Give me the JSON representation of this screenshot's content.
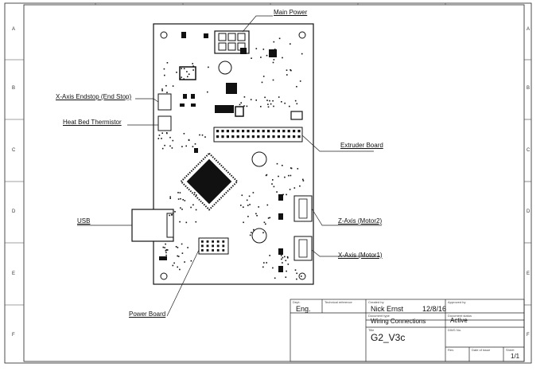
{
  "labels": {
    "main_power": "Main Power",
    "x_endstop": "X-Axis Endstop (End Stop)",
    "thermistor": "Heat Bed Thermistor",
    "extruder": "Extruder Board",
    "usb": "USB",
    "z_axis": "Z-Axis (Motor2)",
    "x_axis": "X-Axis (Motor1)",
    "power_board": "Power Board"
  },
  "rows": [
    "A",
    "B",
    "C",
    "D",
    "E",
    "F"
  ],
  "title_block": {
    "dept_cap": "Dept.",
    "dept": "Eng.",
    "techref_cap": "Technical reference",
    "created_cap": "Created by",
    "created_by": "Nick Ernst",
    "date": "12/8/16",
    "approved_cap": "Approved by",
    "doctype_cap": "Document type",
    "doctype": "Wiring  Connections",
    "docstatus_cap": "Document status",
    "docstatus": "Active",
    "title_cap": "Title",
    "title": "G2_V3c",
    "dwg_cap": "DWG No.",
    "rev_cap": "Rev.",
    "issue_cap": "Date of issue",
    "sheet_cap": "Sheet",
    "sheet": "1/1"
  }
}
